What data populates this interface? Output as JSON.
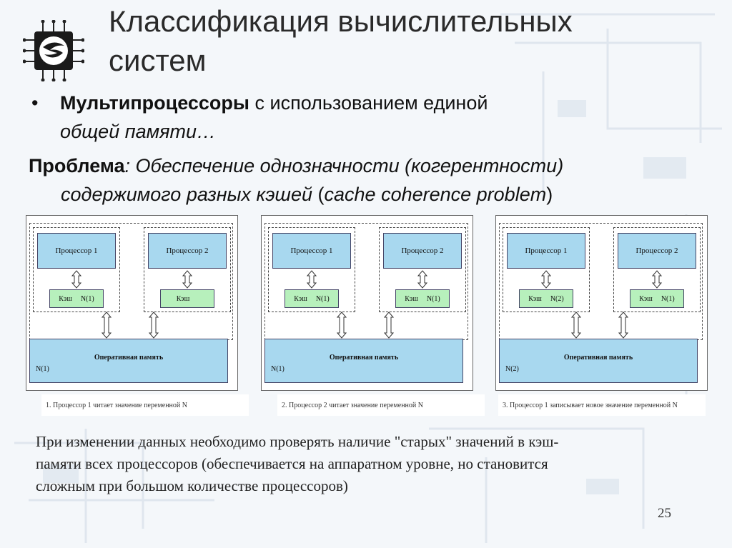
{
  "slide": {
    "title_line1": "Классификация вычислительных",
    "title_line2": "систем",
    "bullet_bold": "Мультипроцессоры",
    "bullet_rest": " с использованием единой",
    "bullet_italic": "общей памяти…",
    "problem_label": "Проблема",
    "problem_colon": ":",
    "problem_line1": " Обеспечение однозначности (когерентности)",
    "problem_line2a": "содержимого разных кэшей",
    "problem_line2b": " (",
    "problem_line2c": "cache coherence problem",
    "problem_line2d": ")",
    "bottom_line1": "При изменении данных необходимо проверять наличие \"старых\" значений в кэш-",
    "bottom_line2": "памяти всех процессоров (обеспечивается на аппаратном уровне, но становится",
    "bottom_line3": "сложным при большом количестве процессоров)",
    "page_number": "25"
  },
  "diagrams": [
    {
      "proc1": "Процессор 1",
      "proc2": "Процессор 2",
      "cache1_label": "Кэш",
      "cache1_value": "N(1)",
      "cache2_label": "Кэш",
      "cache2_value": "",
      "memory_label": "Оперативная память",
      "memory_value": "N(1)",
      "caption": "1. Процессор 1 читает значение переменной N"
    },
    {
      "proc1": "Процессор 1",
      "proc2": "Процессор 2",
      "cache1_label": "Кэш",
      "cache1_value": "N(1)",
      "cache2_label": "Кэш",
      "cache2_value": "N(1)",
      "memory_label": "Оперативная память",
      "memory_value": "N(1)",
      "caption": "2. Процессор 2 читает значение переменной N"
    },
    {
      "proc1": "Процессор 1",
      "proc2": "Процессор 2",
      "cache1_label": "Кэш",
      "cache1_value": "N(2)",
      "cache2_label": "Кэш",
      "cache2_value": "N(1)",
      "memory_label": "Оперативная память",
      "memory_value": "N(2)",
      "caption": "3. Процессор 1 записывает новое значение переменной N"
    }
  ],
  "colors": {
    "processor_fill": "#a8d8ef",
    "cache_fill": "#b7f0bc",
    "memory_fill": "#a8d8ef"
  },
  "icons": {
    "logo": "chip-icon"
  }
}
